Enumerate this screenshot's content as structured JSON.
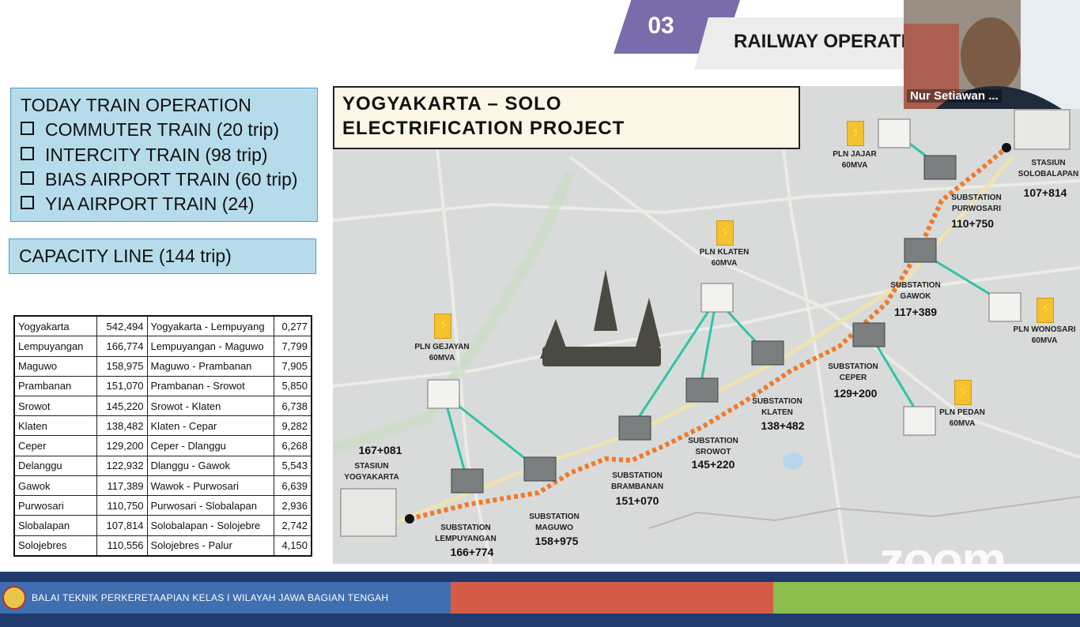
{
  "slide": {
    "section_number": "03",
    "header_title": "RAILWAY OPERATI"
  },
  "today": {
    "title": "TODAY TRAIN OPERATION",
    "items": [
      "COMMUTER TRAIN (20 trip)",
      "INTERCITY TRAIN (98 trip)",
      "BIAS AIRPORT TRAIN (60 trip)",
      "YIA AIRPORT TRAIN (24)"
    ]
  },
  "capacity": {
    "label": "CAPACITY LINE (144 trip)"
  },
  "table": {
    "rows": [
      {
        "station": "Yogyakarta",
        "km": "542,494",
        "segment": "Yogyakarta - Lempuyang",
        "dist": "0,277"
      },
      {
        "station": "Lempuyangan",
        "km": "166,774",
        "segment": "Lempuyangan - Maguwo",
        "dist": "7,799"
      },
      {
        "station": "Maguwo",
        "km": "158,975",
        "segment": "Maguwo - Prambanan",
        "dist": "7,905"
      },
      {
        "station": "Prambanan",
        "km": "151,070",
        "segment": "Prambanan - Srowot",
        "dist": "5,850"
      },
      {
        "station": "Srowot",
        "km": "145,220",
        "segment": "Srowot - Klaten",
        "dist": "6,738"
      },
      {
        "station": "Klaten",
        "km": "138,482",
        "segment": "Klaten - Cepar",
        "dist": "9,282"
      },
      {
        "station": "Ceper",
        "km": "129,200",
        "segment": "Ceper - Dlanggu",
        "dist": "6,268"
      },
      {
        "station": "Delanggu",
        "km": "122,932",
        "segment": "Dlanggu - Gawok",
        "dist": "5,543"
      },
      {
        "station": "Gawok",
        "km": "117,389",
        "segment": "Wawok - Purwosari",
        "dist": "6,639"
      },
      {
        "station": "Purwosari",
        "km": "110,750",
        "segment": "Purwosari - Slobalapan",
        "dist": "2,936"
      },
      {
        "station": "Slobalapan",
        "km": "107,814",
        "segment": "Solobalapan - Solojebre",
        "dist": "2,742"
      },
      {
        "station": "Solojebres",
        "km": "110,556",
        "segment": "Solojebres - Palur",
        "dist": "4,150"
      }
    ]
  },
  "map": {
    "title_line1": "YOGYAKARTA  –  SOLO",
    "title_line2": "ELECTRIFICATION PROJECT",
    "stations": {
      "yogyakarta": {
        "name1": "STASIUN",
        "name2": "YOGYAKARTA",
        "km": "167+081"
      },
      "solobalapan": {
        "name1": "STASIUN",
        "name2": "SOLOBALAPAN",
        "km": "107+814"
      }
    },
    "substations": {
      "lempuyangan": {
        "name1": "SUBSTATION",
        "name2": "LEMPUYANGAN",
        "km": "166+774"
      },
      "maguwo": {
        "name1": "SUBSTATION",
        "name2": "MAGUWO",
        "km": "158+975"
      },
      "brambanan": {
        "name1": "SUBSTATION",
        "name2": "BRAMBANAN",
        "km": "151+070"
      },
      "srowot": {
        "name1": "SUBSTATION",
        "name2": "SROWOT",
        "km": "145+220"
      },
      "klaten": {
        "name1": "SUBSTATION",
        "name2": "KLATEN",
        "km": "138+482"
      },
      "ceper": {
        "name1": "SUBSTATION",
        "name2": "CEPER",
        "km": "129+200"
      },
      "gawok": {
        "name1": "SUBSTATION",
        "name2": "GAWOK",
        "km": "117+389"
      },
      "purwosari": {
        "name1": "SUBSTATION",
        "name2": "PURWOSARI",
        "km": "110+750"
      }
    },
    "pln": {
      "gejayan": {
        "name1": "PLN GEJAYAN",
        "name2": "60MVA"
      },
      "klaten": {
        "name1": "PLN KLATEN",
        "name2": "60MVA"
      },
      "jajar": {
        "name1": "PLN JAJAR",
        "name2": "60MVA"
      },
      "wonosari": {
        "name1": "PLN WONOSARI",
        "name2": "60MVA"
      },
      "pedan": {
        "name1": "PLN PEDAN",
        "name2": "60MVA"
      }
    }
  },
  "video": {
    "participant_name": "Nur Setiawan ..."
  },
  "zoom_watermark": "zoom",
  "footer": {
    "org_text": "BALAI TEKNIK PERKERETAAPIAN KELAS I WILAYAH JAWA BAGIAN TENGAH"
  },
  "colors": {
    "accent_purple": "#7a6cab",
    "box_blue": "#b6dcec",
    "rail_orange": "#f07a2a",
    "feeder_teal": "#2fc4a6",
    "footer_navy": "#1f3a6b"
  }
}
